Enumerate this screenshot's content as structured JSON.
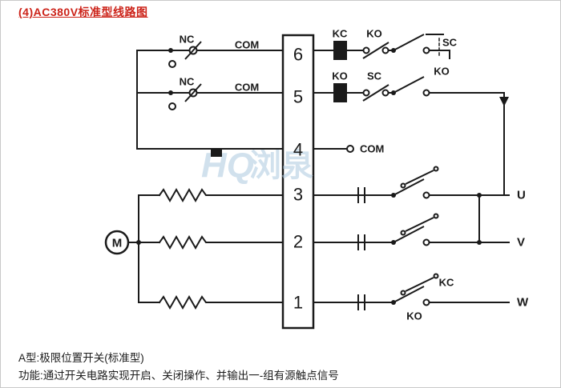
{
  "page": {
    "title": "(4)AC380V标准型线路图",
    "footer": {
      "line1": "A型:极限位置开关(标准型)",
      "line2": "功能:通过开关电路实现开启、关闭操作、并输出一-组有源触点信号"
    },
    "watermark": {
      "logo": "HQ",
      "text": "浏泉"
    },
    "colors": {
      "title_red": "#cc2218",
      "wire": "#1a1a1a",
      "watermark_blue": "#adc9e0"
    }
  },
  "diagram": {
    "terminal_numbers": [
      "6",
      "5",
      "4",
      "3",
      "2",
      "1"
    ],
    "labels": {
      "nc_row6": "NC",
      "com_row6": "COM",
      "kc_row6": "KC",
      "ko_row6": "KO",
      "sc_row6": "SC",
      "nc_row5": "NC",
      "com_row5": "COM",
      "ko_row5": "KO",
      "sc_row5": "SC",
      "ko_row5_switch": "KO",
      "com_row4": "COM",
      "motor": "M",
      "phase_u": "U",
      "phase_v": "V",
      "phase_w": "W",
      "kc_row1": "KC",
      "ko_row1": "KO"
    }
  }
}
